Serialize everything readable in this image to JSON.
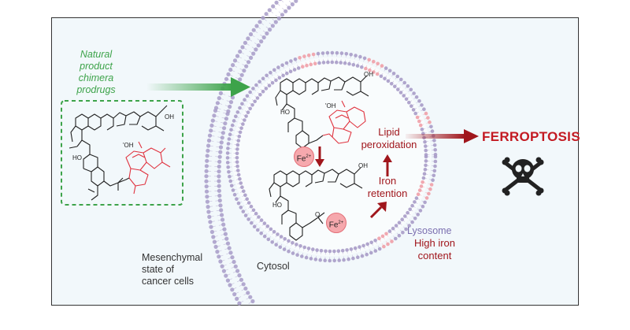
{
  "labels": {
    "prodrugs": [
      "Natural",
      "product",
      "chimera",
      "prodrugs"
    ],
    "mesenchymal": [
      "Mesenchymal",
      "state of",
      "cancer cells"
    ],
    "cytosol": "Cytosol",
    "lipid": [
      "Lipid",
      "peroxidation"
    ],
    "iron": [
      "Iron",
      "retention"
    ],
    "lysosome": "Lysosome",
    "high_iron": [
      "High iron",
      "content"
    ],
    "ferroptosis": "FERROPTOSIS",
    "fe_base": "Fe",
    "fe_charge": "2+",
    "oh": "OH",
    "oh_prime": "'OH",
    "ho": "HO",
    "o": "O"
  },
  "icons": {
    "death": "skull-crossbones-icon"
  },
  "colors": {
    "green": "#3da34a",
    "dark_red": "#a0161c",
    "membrane_purple": "#a89cc8",
    "iron_pink": "#f6a8ad"
  }
}
